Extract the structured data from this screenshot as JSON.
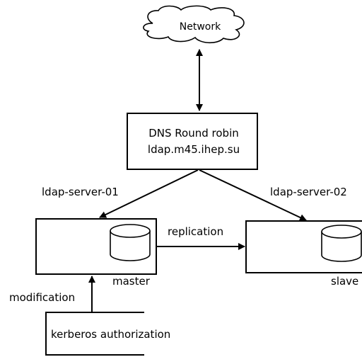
{
  "nodes": {
    "network": {
      "label": "Network"
    },
    "dns": {
      "line1": "DNS Round robin",
      "line2": "ldap.m45.ihep.su"
    },
    "master": {
      "label": "master"
    },
    "slave": {
      "label": "slave"
    },
    "kerberos": {
      "label": "kerberos authorization"
    }
  },
  "edges": {
    "server1": {
      "label": "ldap-server-01"
    },
    "server2": {
      "label": "ldap-server-02"
    },
    "replication": {
      "label": "replication"
    },
    "modification": {
      "label": "modification"
    }
  },
  "colors": {
    "stroke": "#000000",
    "fill": "#ffffff"
  }
}
